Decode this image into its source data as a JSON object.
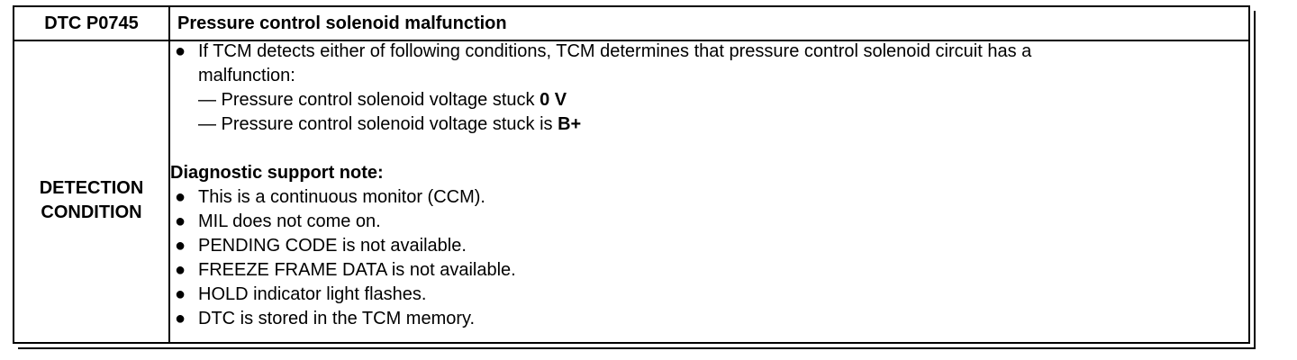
{
  "header": {
    "code": "DTC P0745",
    "title": "Pressure control solenoid malfunction"
  },
  "row_label": {
    "line1": "DETECTION",
    "line2": "CONDITION"
  },
  "detection": {
    "intro_line1": "If TCM detects either of following conditions, TCM determines that pressure control solenoid circuit has a",
    "intro_line2": "malfunction:",
    "conditions": [
      {
        "prefix": "— Pressure control solenoid voltage stuck ",
        "value": "0 V"
      },
      {
        "prefix": "— Pressure control solenoid voltage stuck is ",
        "value": "B+"
      }
    ]
  },
  "support_note": {
    "heading": "Diagnostic support note:",
    "items": [
      "This is a continuous monitor (CCM).",
      "MIL does not come on.",
      "PENDING CODE is not available.",
      "FREEZE FRAME DATA is not available.",
      "HOLD indicator light flashes.",
      "DTC is stored in the TCM memory."
    ]
  },
  "bullet_glyph": "●"
}
